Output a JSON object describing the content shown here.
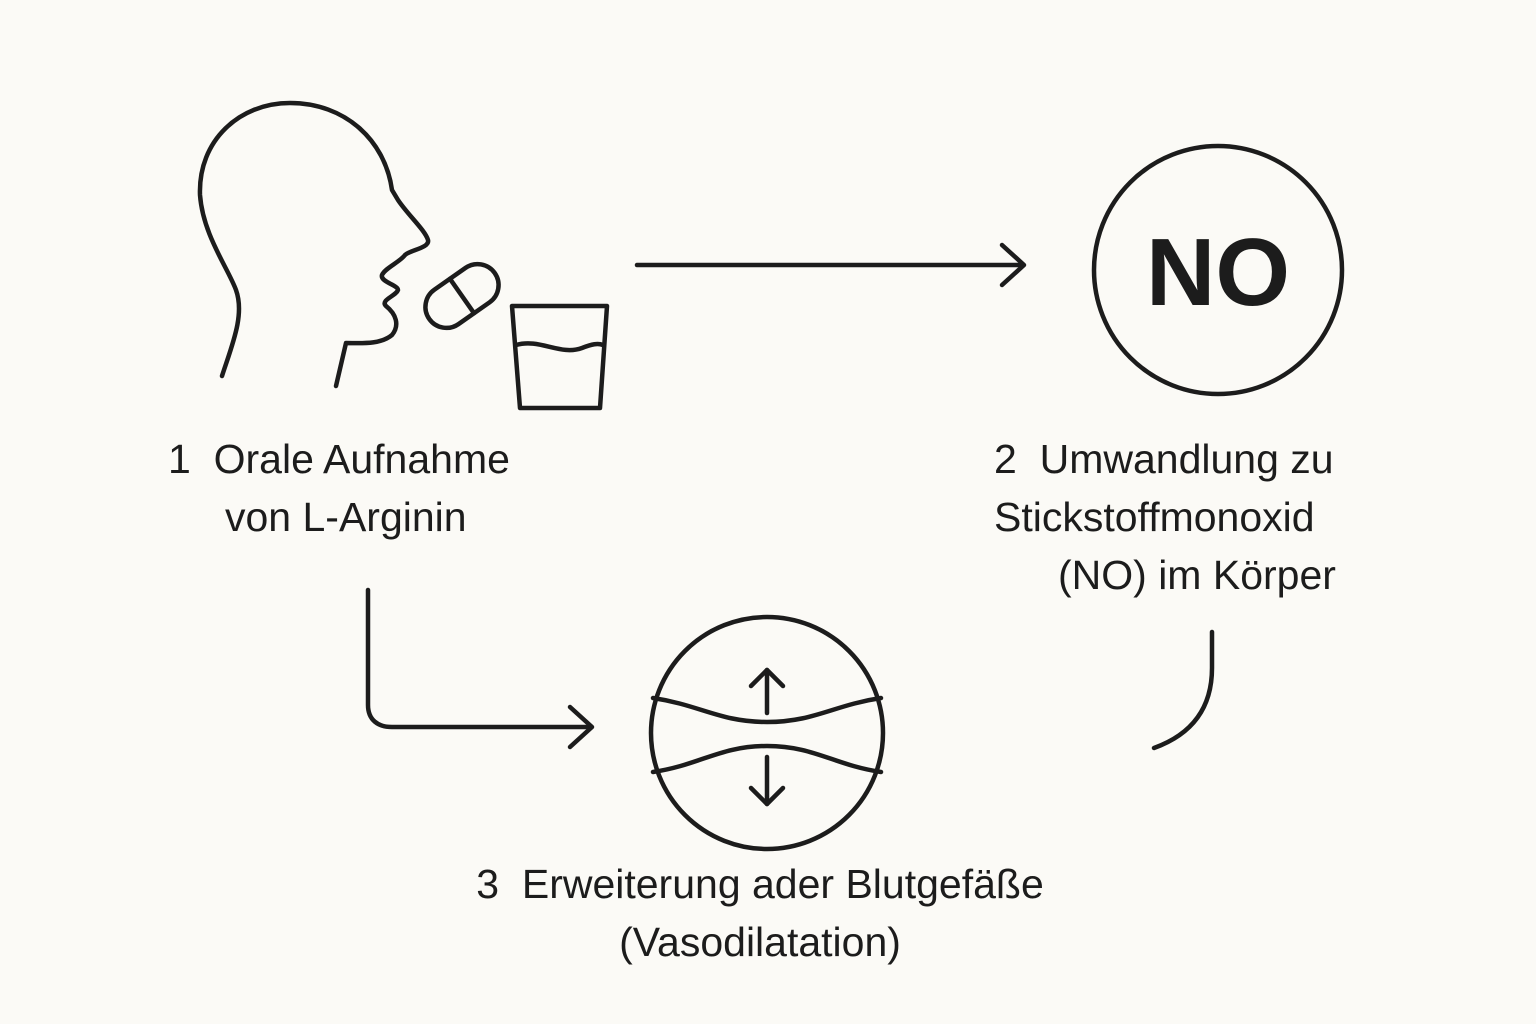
{
  "steps": [
    {
      "number": "1",
      "lines": [
        "Orale Aufnahme",
        "von L-Arginin"
      ]
    },
    {
      "number": "2",
      "lines": [
        "Umwandlung zu",
        "Stickstoffmonoxid",
        "(NO) im Körper"
      ]
    },
    {
      "number": "3",
      "lines": [
        "Erweiterung ader Blutgefäße",
        "(Vasodilatation)"
      ]
    }
  ],
  "no_symbol": "NO",
  "colors": {
    "background": "#fbfaf6",
    "ink": "#1c1c1c"
  }
}
